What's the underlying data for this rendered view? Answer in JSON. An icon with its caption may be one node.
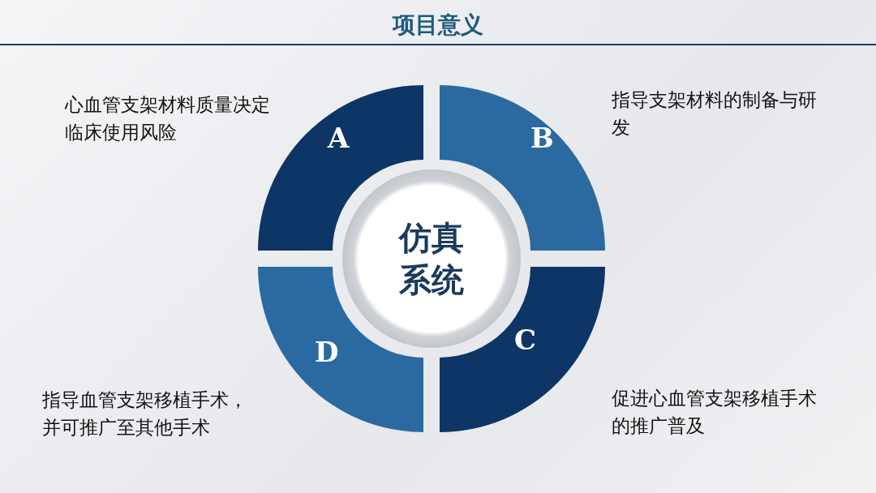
{
  "diagram": {
    "title": "项目意义",
    "nodes": [
      {
        "text": [
          "仿真系统"
        ]
      },
      {
        "text": [
          "A"
        ],
        "beside": [
          "心血管支架材料质量决定临床使用风险"
        ]
      },
      {
        "text": [
          "B"
        ],
        "beside": [
          "指导支架材料的制备与研发"
        ]
      },
      {
        "text": [
          "C"
        ],
        "beside": [
          "促进心血管支架移植手术的推广普及"
        ]
      },
      {
        "text": [
          "D"
        ],
        "beside": [
          "指导血管支架移植手术，并可推广至其他手术"
        ]
      }
    ]
  }
}
